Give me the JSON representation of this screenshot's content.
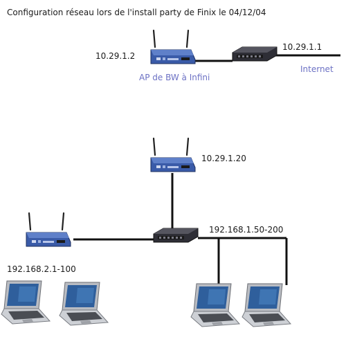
{
  "title": "Configuration réseau lors de l'install party de Finix le 04/12/04",
  "labels": {
    "ap_top_ip": "10.29.1.2",
    "ap_top_caption": "AP de BW à Infini",
    "switch_top_ip": "10.29.1.1",
    "internet": "Internet",
    "ap_mid_ip": "10.29.1.20",
    "switch_range": "192.168.1.50-200",
    "ap_left_range": "192.168.2.1-100"
  },
  "colors": {
    "caption_blue": "#6c71c4",
    "router_blue": "#3a5ba8",
    "switch_dark": "#2e2e36",
    "line": "#111111"
  },
  "icons": {
    "router": "wireless-router-icon",
    "switch": "network-switch-icon",
    "laptop": "laptop-icon"
  }
}
